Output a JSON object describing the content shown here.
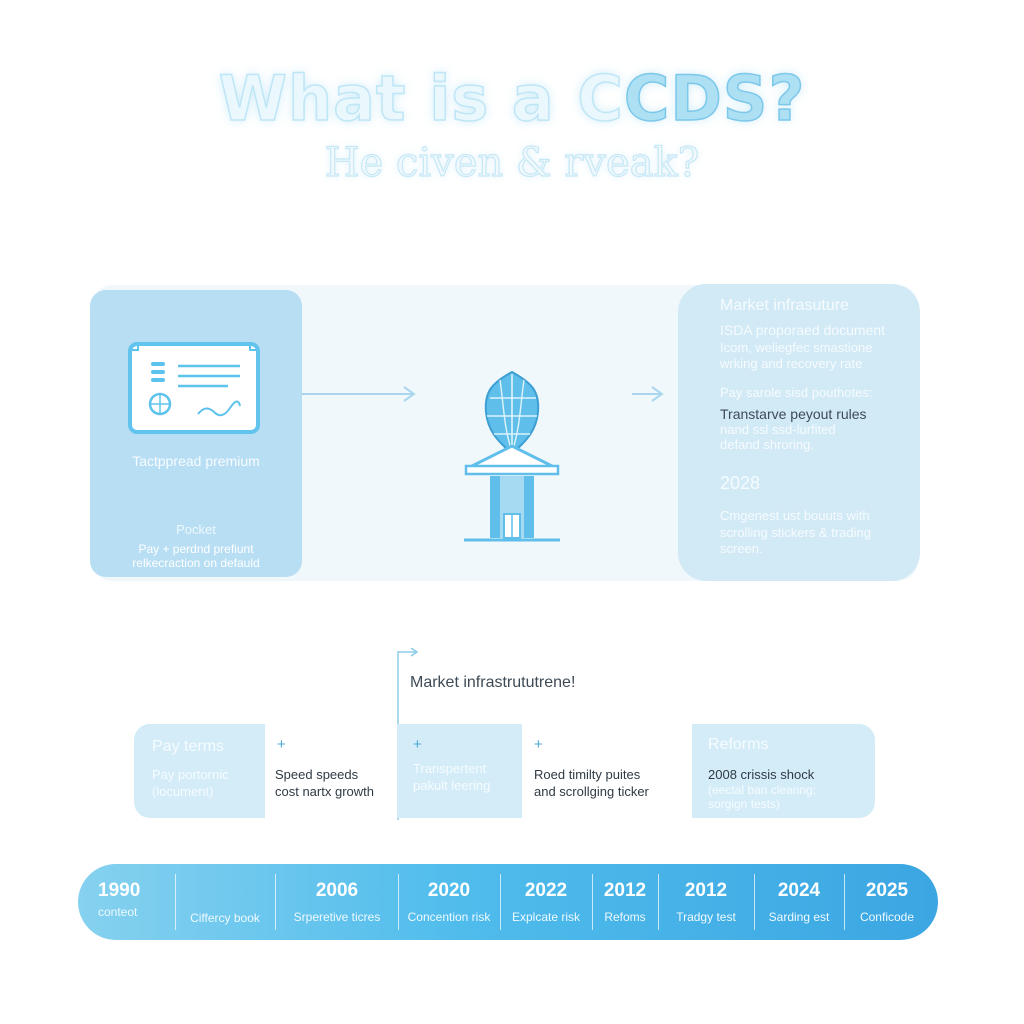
{
  "header": {
    "title_main": "What is a C",
    "title_accent": "CDS?",
    "subtitle": "He civen & rveak?"
  },
  "left_card": {
    "icon": "contract-document-icon",
    "caption": "Tactppread premium",
    "heading": "Pocket",
    "body_line1": "Pay + perdnd prefiunt",
    "body_line2": "relkecraction on defauld"
  },
  "center": {
    "icon": "bank-shield-icon"
  },
  "right_card": {
    "heading": "Market infrasuture",
    "line1": "ISDA proporaed document",
    "line2": "Icom, weliegfec smastione",
    "line3": "wrking and recovery rate",
    "line4": "Pay sarole sisd pouthotes:",
    "line5": "Transtarve peyout rules",
    "line6": "nand ssl ssd-lurfited",
    "line7": "defand shroring.",
    "year": "2028",
    "line8": "Cmgenest ust bouuts with",
    "line9": "scrolling stickers & trading",
    "line10": "screen."
  },
  "process": {
    "title": "Market infrastrututrene!",
    "steps": [
      {
        "head": "Pay terms",
        "line1": "Pay portornic",
        "line2": "(locument)"
      },
      {
        "plus": "+",
        "line1": "Speed speeds",
        "line2": "cost nartx growth"
      },
      {
        "plus": "+",
        "line1": "Transpertent",
        "line2": "pakult leering"
      },
      {
        "plus": "+",
        "line1": "Roed timilty puites",
        "line2": "and scrollging ticker"
      },
      {
        "head": "Reforms",
        "line1": "2008 crissis shock",
        "line2": "(eectal ban clearing;",
        "line3": "sorgign tests)"
      }
    ]
  },
  "timeline": {
    "segments": [
      {
        "year": "1990",
        "label": "conteot"
      },
      {
        "year": "",
        "label": "Ciffercy book"
      },
      {
        "year": "2006",
        "label": "Srperetive ticres"
      },
      {
        "year": "2020",
        "label": "Concention risk"
      },
      {
        "year": "2022",
        "label": "Explcate risk"
      },
      {
        "year": "2012",
        "label": "Refoms"
      },
      {
        "year": "2012",
        "label": "Tradgy test"
      },
      {
        "year": "2024",
        "label": "Sarding est"
      },
      {
        "year": "2025",
        "label": "Conficode"
      }
    ]
  },
  "colors": {
    "accent_blue": "#4fbcec",
    "light_blue": "#b8def4",
    "pale_panel": "#d3ecf8",
    "dark_text": "#2f3a44"
  }
}
